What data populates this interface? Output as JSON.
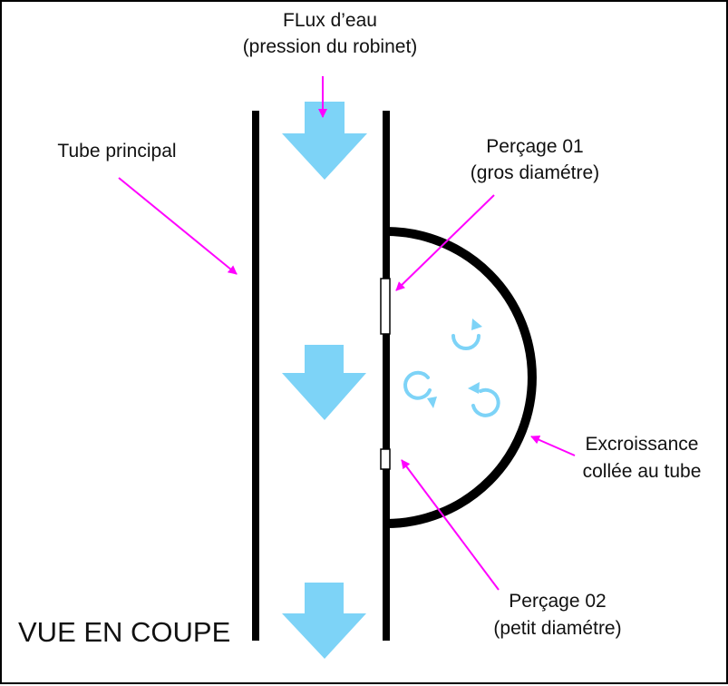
{
  "labels": {
    "flux_line1": "FLux d’eau",
    "flux_line2": "(pression du robinet)",
    "tube": "Tube principal",
    "percage01_line1": "Perçage 01",
    "percage01_line2": "(gros diamétre)",
    "excroissance_line1": "Excroissance",
    "excroissance_line2": "collée au tube",
    "percage02_line1": "Perçage 02",
    "percage02_line2": "(petit diamétre)",
    "view_title": "VUE EN COUPE"
  },
  "icons": {
    "flow_arrow": "flow-arrow-icon",
    "swirl": "swirl-icon",
    "pointer": "pointer-arrow-icon"
  },
  "colors": {
    "outline": "#000000",
    "water": "#7dd3f7",
    "pointer": "#ff00ff",
    "text": "#111111",
    "background": "#ffffff"
  }
}
